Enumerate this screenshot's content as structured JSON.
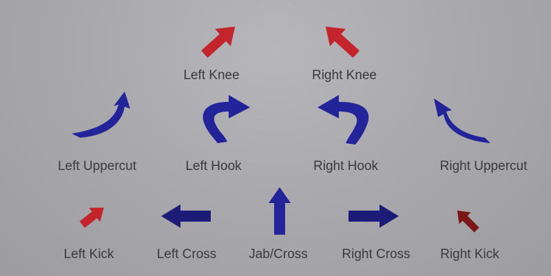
{
  "moves": {
    "left_knee": "Left Knee",
    "right_knee": "Right Knee",
    "left_uppercut": "Left Uppercut",
    "left_hook": "Left Hook",
    "right_hook": "Right Hook",
    "right_uppercut": "Right Uppercut",
    "left_kick": "Left Kick",
    "left_cross": "Left Cross",
    "jab_cross": "Jab/Cross",
    "right_cross": "Right Cross",
    "right_kick": "Right Kick"
  },
  "colors": {
    "knee_kick": "#c4242b",
    "right_kick": "#7a1616",
    "punch": "#23239a",
    "cross": "#1c1c78",
    "background": "#a9a9ae"
  }
}
